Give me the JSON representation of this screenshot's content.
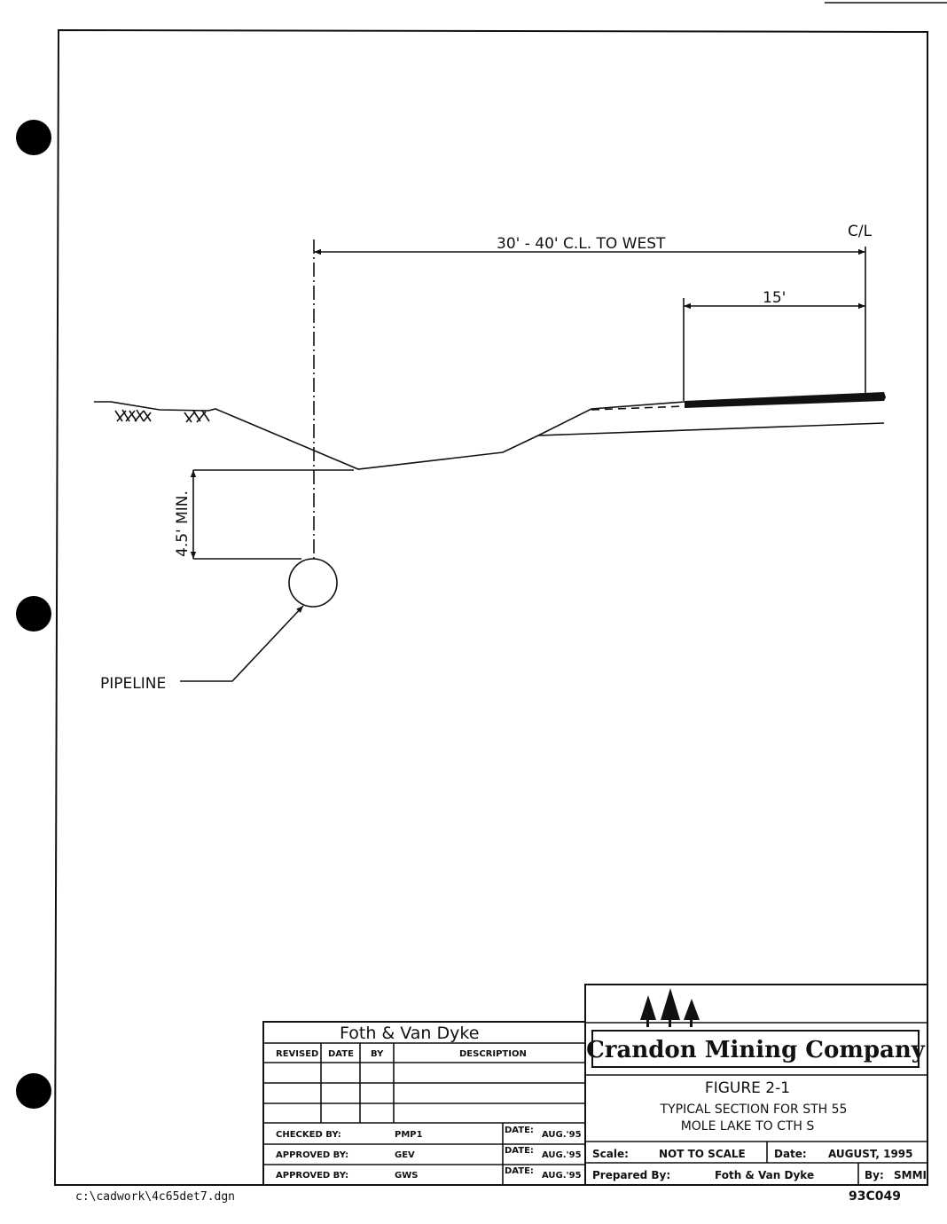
{
  "drawing": {
    "dim_overall": "30' - 40' C.L. TO WEST",
    "centerline_label": "C/L",
    "dim_shoulder": "15'",
    "dim_depth": "4.5' MIN.",
    "pipeline_label": "PIPELINE"
  },
  "revision_block": {
    "company": "Foth & Van Dyke",
    "headers": [
      "REVISED",
      "DATE",
      "BY",
      "DESCRIPTION"
    ],
    "signoffs": [
      {
        "label": "CHECKED BY:",
        "initials": "PMP1",
        "date_label": "DATE:",
        "date": "AUG.'95"
      },
      {
        "label": "APPROVED BY:",
        "initials": "GEV",
        "date_label": "DATE:",
        "date": "AUG.'95"
      },
      {
        "label": "APPROVED BY:",
        "initials": "GWS",
        "date_label": "DATE:",
        "date": "AUG.'95"
      }
    ]
  },
  "title_block": {
    "client": "Crandon Mining Company",
    "figure": "FIGURE 2-1",
    "title_line1": "TYPICAL SECTION FOR STH 55",
    "title_line2": "MOLE LAKE TO CTH S",
    "scale_label": "Scale:",
    "scale": "NOT TO SCALE",
    "date_label": "Date:",
    "date": "AUGUST, 1995",
    "prepared_label": "Prepared By:",
    "prepared": "Foth & Van Dyke",
    "by_label": "By:",
    "by": "SMMI"
  },
  "footer": {
    "file_path": "c:\\cadwork\\4c65det7.dgn",
    "drawing_number": "93C049"
  }
}
